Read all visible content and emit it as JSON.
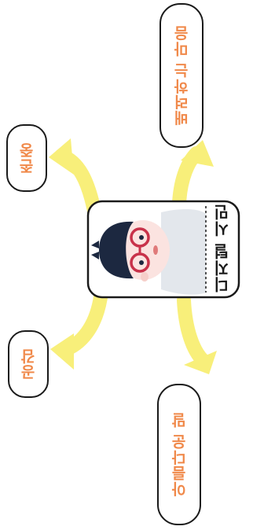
{
  "center": {
    "label": "디지털 시민"
  },
  "concepts": [
    {
      "text": "존중"
    },
    {
      "text": "배려하는 마음"
    },
    {
      "text": "공감"
    },
    {
      "text": "아름다운 말"
    }
  ],
  "colors": {
    "arrow": "#f8ef7a",
    "text_accent": "#f0894a",
    "outline": "#1a1a1a",
    "hair": "#1c2840",
    "glasses": "#c8324a",
    "skin": "#fbe3e0",
    "shirt": "#e3e7ec"
  }
}
